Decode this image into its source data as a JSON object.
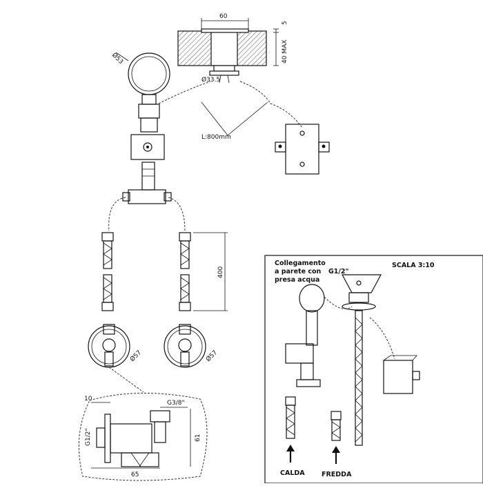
{
  "diagram": {
    "dims": {
      "width_top": "60",
      "depth_top": "5",
      "height_max": "40 MAX",
      "diam_wall": "Ø53",
      "diam_pipe": "Ø33.5",
      "hose_length": "L:800mm",
      "hose_height": "400",
      "diam_rosette_left": "Ø57",
      "diam_rosette_right": "Ø57",
      "valve_thread": "G3/8\"",
      "valve_height": "61",
      "valve_width": "65",
      "valve_offset": "10",
      "valve_inlet": "G1/2\""
    },
    "inset": {
      "title_line1": "Collegamento",
      "title_line2": "a parete con",
      "title_thread": "G1/2\"",
      "title_line3": "presa acqua",
      "scale": "SCALA 3:10",
      "label_hot": "CALDA",
      "label_cold": "FREDDA"
    },
    "colors": {
      "ink": "#111111",
      "hatch": "#555555",
      "background": "#ffffff"
    }
  }
}
